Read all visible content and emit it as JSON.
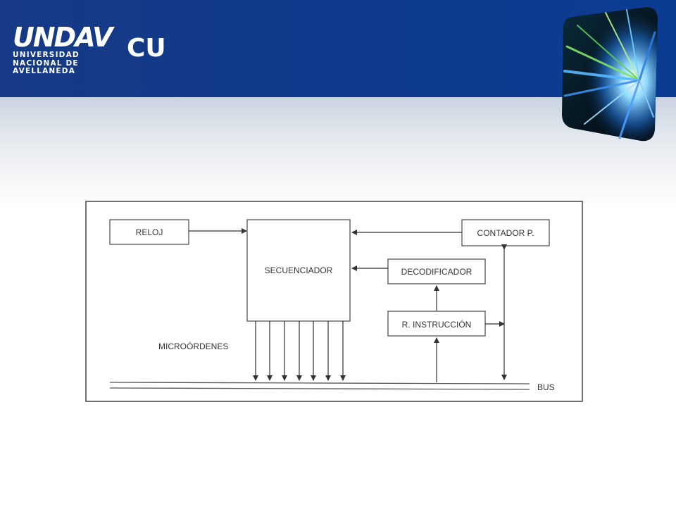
{
  "slide": {
    "title": "CU"
  },
  "logo": {
    "mark": "UNDAV",
    "line1": "UNIVERSIDAD",
    "line2": "NACIONAL DE",
    "line3": "AVELLANEDA"
  },
  "diagram": {
    "blocks": {
      "reloj": "RELOJ",
      "secuenciador": "SECUENCIADOR",
      "contador": "CONTADOR P.",
      "decodificador": "DECODIFICADOR",
      "instruccion": "R. INSTRUCCIÓN"
    },
    "labels": {
      "microordenes": "MICROÓRDENES",
      "bus": "BUS"
    }
  }
}
